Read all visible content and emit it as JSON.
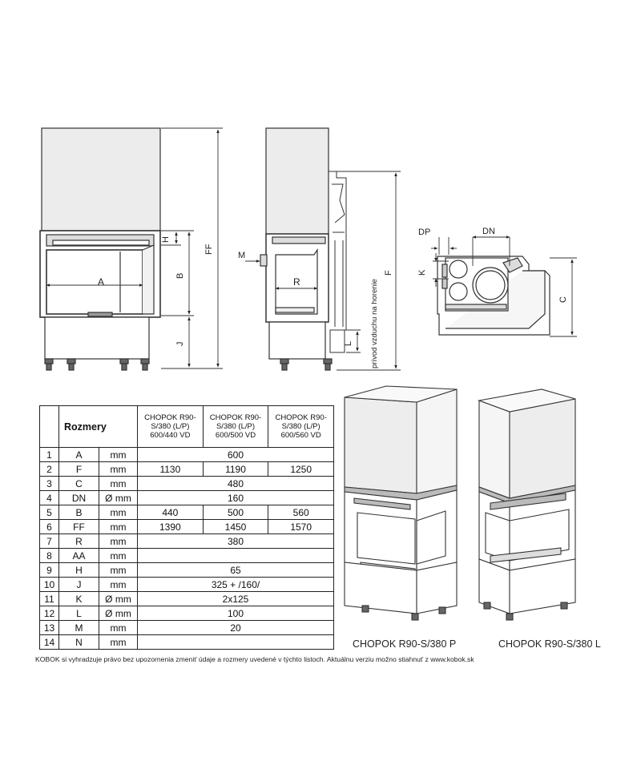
{
  "labels": {
    "front": {
      "a": "A",
      "b": "B",
      "h": "H",
      "j": "J",
      "ff": "FF"
    },
    "side": {
      "m": "M",
      "r": "R",
      "l": "L",
      "f": "F",
      "air": "prívod vzduchu na horenie"
    },
    "top": {
      "dp": "DP",
      "dn": "DN",
      "k": "K",
      "c": "C"
    }
  },
  "table": {
    "title": "Rozmery",
    "models": [
      "CHOPOK R90-S/380 (L/P) 600/440 VD",
      "CHOPOK R90-S/380 (L/P) 600/500 VD",
      "CHOPOK R90-S/380 (L/P) 600/560 VD"
    ],
    "rows": [
      {
        "n": "1",
        "code": "A",
        "unit": "mm",
        "values": [
          "600"
        ]
      },
      {
        "n": "2",
        "code": "F",
        "unit": "mm",
        "values": [
          "1130",
          "1190",
          "1250"
        ]
      },
      {
        "n": "3",
        "code": "C",
        "unit": "mm",
        "values": [
          "480"
        ]
      },
      {
        "n": "4",
        "code": "DN",
        "unit": "Ø mm",
        "values": [
          "160"
        ]
      },
      {
        "n": "5",
        "code": "B",
        "unit": "mm",
        "values": [
          "440",
          "500",
          "560"
        ]
      },
      {
        "n": "6",
        "code": "FF",
        "unit": "mm",
        "values": [
          "1390",
          "1450",
          "1570"
        ]
      },
      {
        "n": "7",
        "code": "R",
        "unit": "mm",
        "values": [
          "380"
        ]
      },
      {
        "n": "8",
        "code": "AA",
        "unit": "mm",
        "values": [
          ""
        ]
      },
      {
        "n": "9",
        "code": "H",
        "unit": "mm",
        "values": [
          "65"
        ]
      },
      {
        "n": "10",
        "code": "J",
        "unit": "mm",
        "values": [
          "325 + /160/"
        ]
      },
      {
        "n": "11",
        "code": "K",
        "unit": "Ø mm",
        "values": [
          "2x125"
        ]
      },
      {
        "n": "12",
        "code": "L",
        "unit": "Ø mm",
        "values": [
          "100"
        ]
      },
      {
        "n": "13",
        "code": "M",
        "unit": "mm",
        "values": [
          "20"
        ]
      },
      {
        "n": "14",
        "code": "N",
        "unit": "mm",
        "values": [
          ""
        ]
      }
    ]
  },
  "captions": {
    "right_version": "CHOPOK R90-S/380 P",
    "left_version": "CHOPOK R90-S/380 L"
  },
  "footnote": "KOBOK si vyhradzuje právo bez upozornenia zmeniť údaje a rozmery uvedené v týchto listoch. Aktuálnu verziu možno stiahnuť z www.kobok.sk"
}
